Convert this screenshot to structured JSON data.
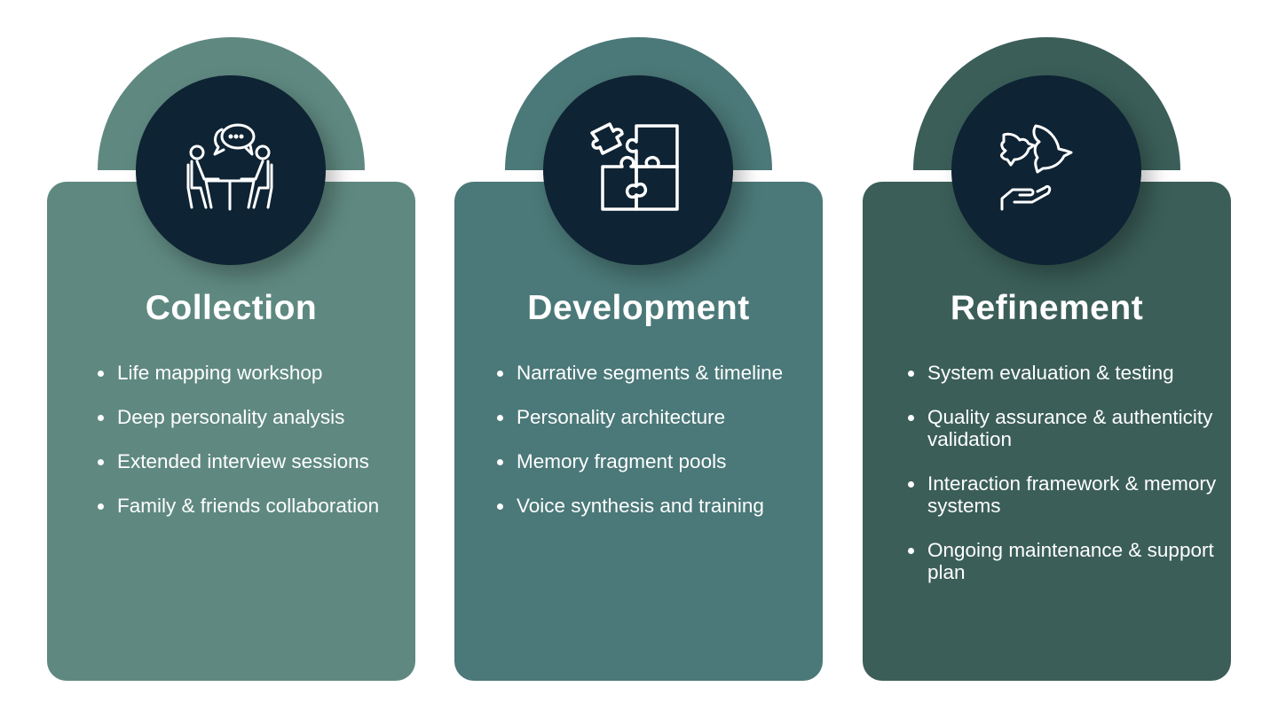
{
  "colors": {
    "collection": "#5f8980",
    "development": "#4b7878",
    "refinement": "#3b5e58",
    "icon_circle": "#0e2333"
  },
  "stages": [
    {
      "title": "Collection",
      "icon": "meeting-conversation-icon",
      "items": [
        "Life mapping workshop",
        "Deep personality analysis",
        "Extended interview sessions",
        "Family & friends collaboration"
      ]
    },
    {
      "title": "Development",
      "icon": "puzzle-pieces-icon",
      "items": [
        "Narrative segments & timeline",
        "Personality architecture",
        "Memory fragment pools",
        "Voice synthesis and training"
      ]
    },
    {
      "title": "Refinement",
      "icon": "doves-hand-icon",
      "items": [
        "System evaluation & testing",
        "Quality assurance & authenticity validation",
        "Interaction framework & memory systems",
        "Ongoing maintenance & support plan"
      ]
    }
  ]
}
